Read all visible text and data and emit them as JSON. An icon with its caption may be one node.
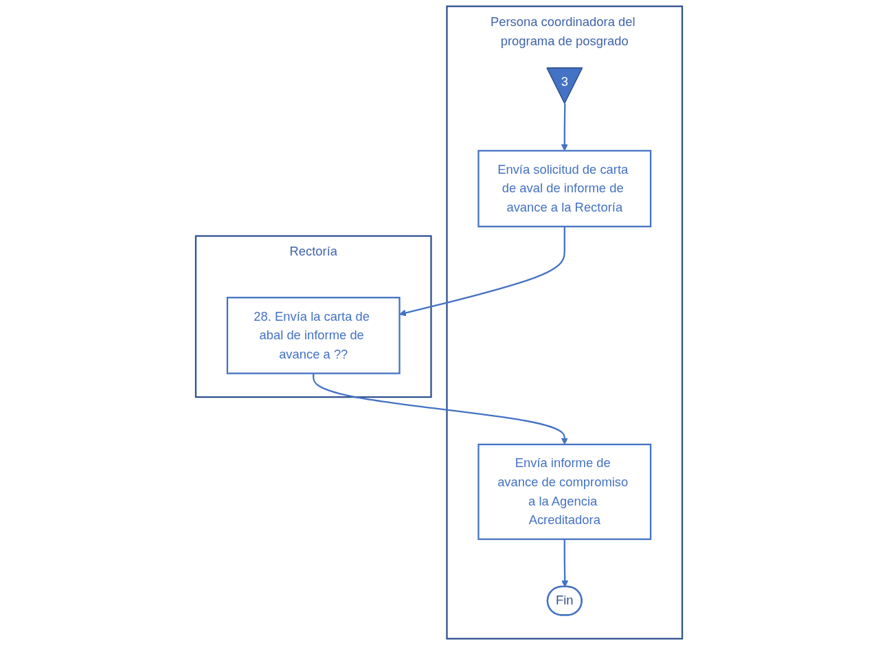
{
  "diagram": {
    "nodes": [
      {
        "text": [
          "Persona coordinadora del programa de posgrado"
        ]
      },
      {
        "text": [
          "Rectoría"
        ]
      },
      {
        "text": [
          "3"
        ],
        "in": 0
      },
      {
        "text": [
          "Envía solicitud de carta de aval de informe de avance a la Rectoría"
        ],
        "in": 0
      },
      {
        "text": [
          "28. Envía la carta de abal de informe de avance a ??"
        ],
        "in": 1
      },
      {
        "text": [
          "Envía informe de avance de compromiso a la Agencia Acreditadora"
        ],
        "in": 0
      },
      {
        "text": [
          "Fin"
        ],
        "in": 0
      }
    ],
    "edges": [
      {
        "from": 2,
        "to": 3,
        "arrow": "to"
      },
      {
        "from": 3,
        "to": 4,
        "arrow": "to"
      },
      {
        "from": 4,
        "to": 5,
        "arrow": "to"
      },
      {
        "from": 5,
        "to": 6,
        "arrow": "to"
      }
    ]
  }
}
